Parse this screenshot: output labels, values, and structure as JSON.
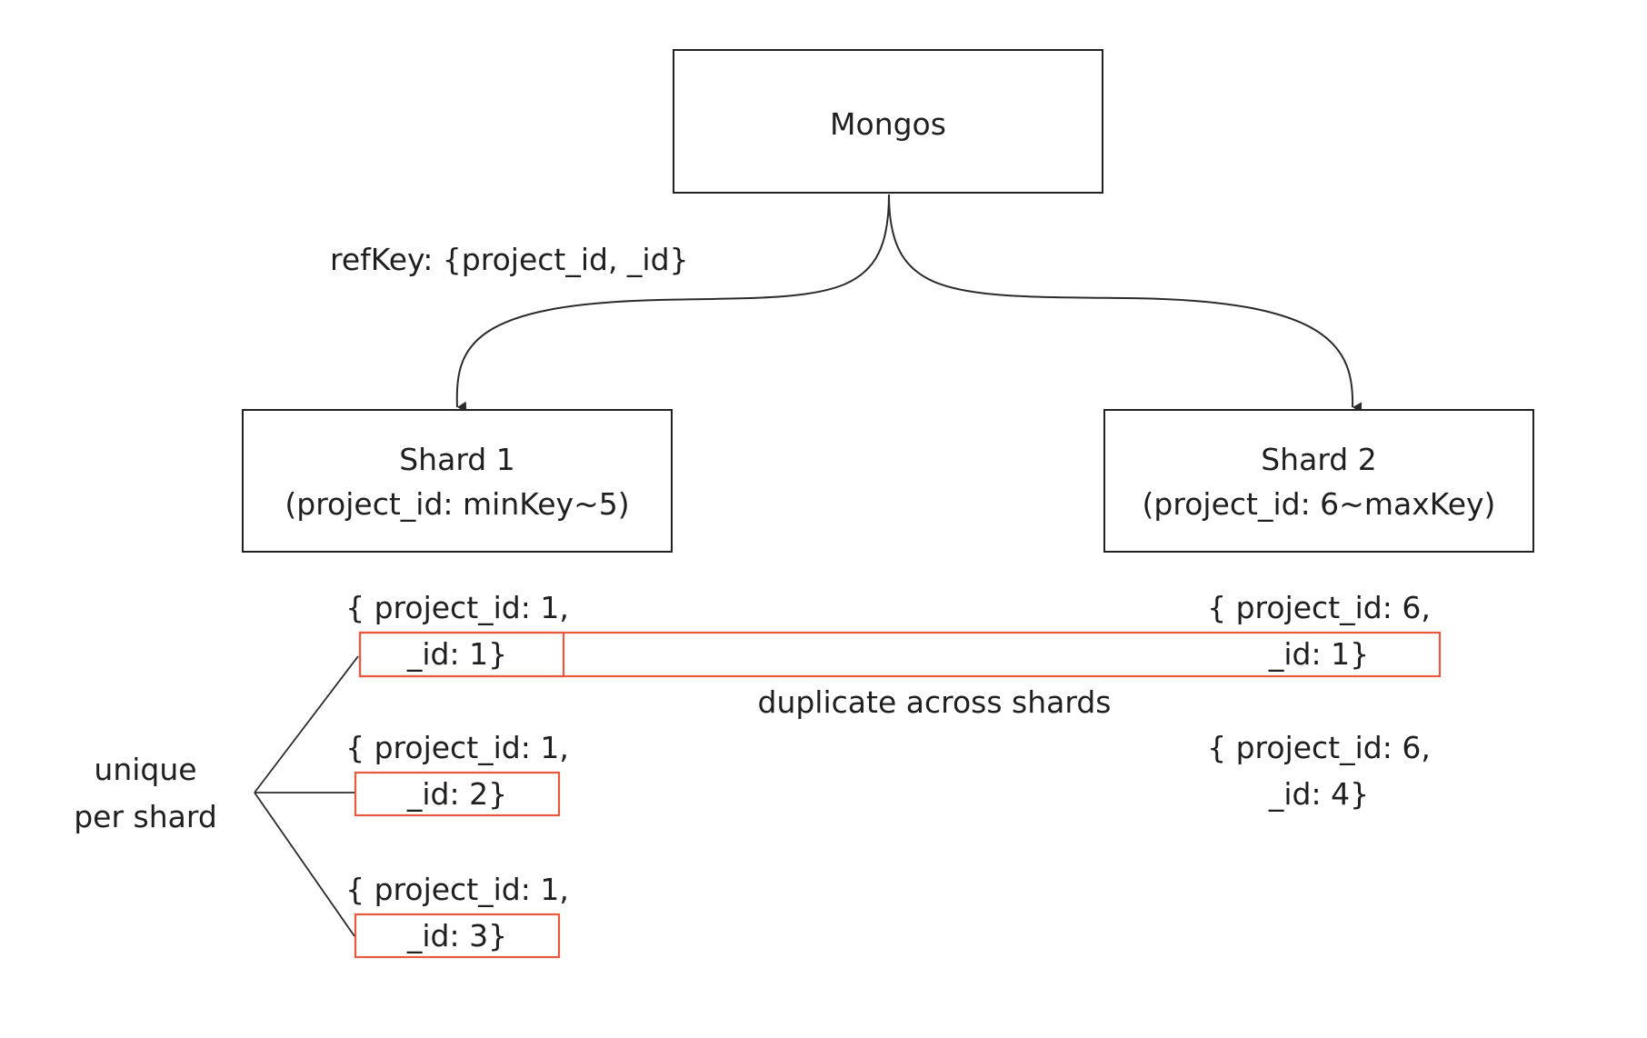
{
  "nodes": {
    "mongos": {
      "title": "Mongos"
    },
    "shard1": {
      "title": "Shard 1",
      "range": "(project_id: minKey~5)"
    },
    "shard2": {
      "title": "Shard 2",
      "range": "(project_id: 6~maxKey)"
    }
  },
  "edge_label": "refKey: {project_id, _id}",
  "shard1_docs": [
    {
      "line1": "{ project_id: 1,",
      "line2": "_id: 1}"
    },
    {
      "line1": "{ project_id: 1,",
      "line2": "_id: 2}"
    },
    {
      "line1": "{ project_id: 1,",
      "line2": "_id: 3}"
    }
  ],
  "shard2_docs": [
    {
      "line1": "{ project_id: 6,",
      "line2": "_id: 1}"
    },
    {
      "line1": "{ project_id: 6,",
      "line2": "_id: 4}"
    }
  ],
  "annotations": {
    "duplicate": "duplicate across shards",
    "unique_line1": "unique",
    "unique_line2": "per shard"
  },
  "colors": {
    "highlight": "#e8593f",
    "line": "#2b2b2b"
  }
}
